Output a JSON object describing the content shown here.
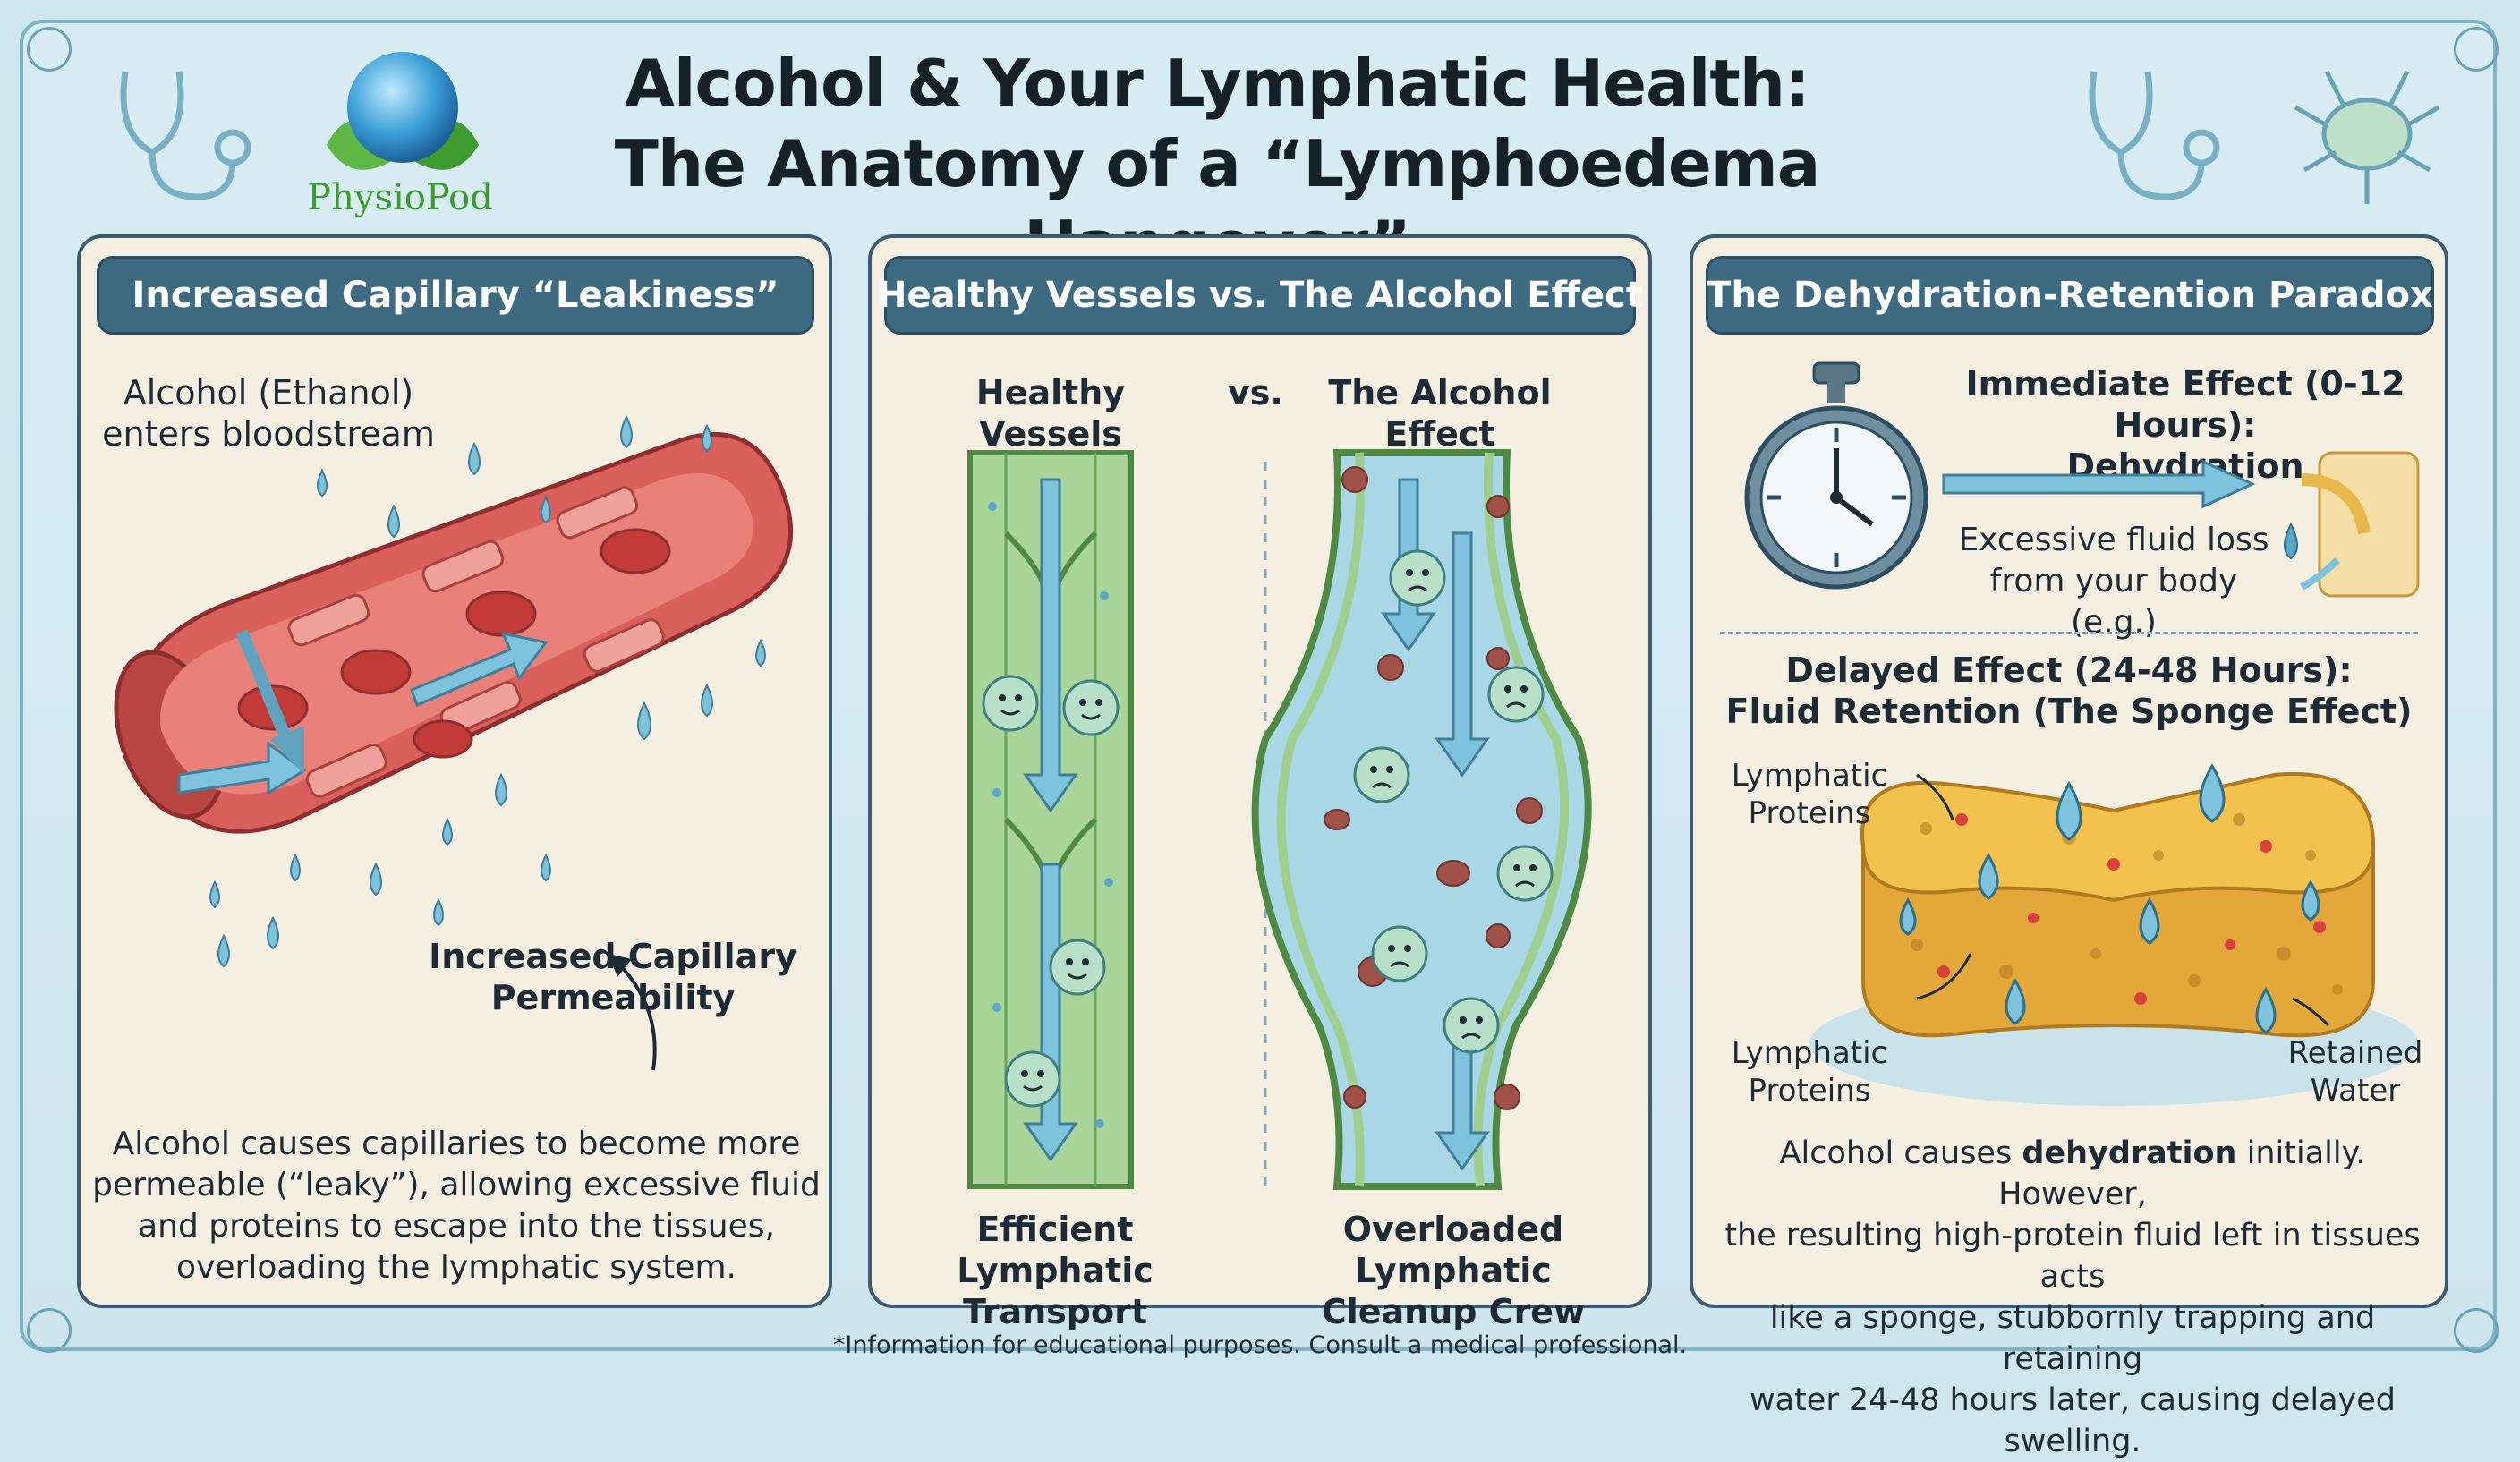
{
  "header": {
    "brand": "PhysioPod",
    "title_line1": "Alcohol & Your Lymphatic Health:",
    "title_line2": "The Anatomy of a “Lymphoedema Hangover”"
  },
  "panel1": {
    "heading": "Increased Capillary “Leakiness”",
    "label_alcohol_1": "Alcohol (Ethanol)",
    "label_alcohol_2": "enters bloodstream",
    "label_perm_1": "Increased Capillary",
    "label_perm_2": "Permeability",
    "desc_1": "Alcohol causes capillaries to become more",
    "desc_2": "permeable (“leaky”), allowing excessive fluid",
    "desc_3": "and proteins to escape into the tissues,",
    "desc_4": "overloading the lymphatic system."
  },
  "panel2": {
    "heading": "Healthy Vessels vs. The Alcohol Effect",
    "sub_healthy": "Healthy Vessels",
    "sub_vs": "vs.",
    "sub_alcohol": "The Alcohol Effect",
    "cap_left_1": "Efficient Lymphatic",
    "cap_left_2": "Transport",
    "cap_right_1": "Overloaded Lymphatic",
    "cap_right_2": "Cleanup Crew"
  },
  "panel3": {
    "heading": "The Dehydration-Retention Paradox",
    "immediate_1": "Immediate Effect (0-12 Hours):",
    "immediate_2": "Dehydration",
    "fluid_loss_1": "Excessive fluid loss",
    "fluid_loss_2": "from your body (e.g.)",
    "delayed_1": "Delayed Effect (24-48 Hours):",
    "delayed_2": "Fluid Retention (The Sponge Effect)",
    "lbl_proteins_top_1": "Lymphatic",
    "lbl_proteins_top_2": "Proteins",
    "lbl_proteins_bot_1": "Lymphatic",
    "lbl_proteins_bot_2": "Proteins",
    "lbl_water_1": "Retained",
    "lbl_water_2": "Water",
    "desc_1a": "Alcohol causes ",
    "desc_1b": "dehydration",
    "desc_1c": " initially. However,",
    "desc_2": "the resulting high-protein fluid left in tissues acts",
    "desc_3": "like a sponge, stubbornly trapping and retaining",
    "desc_4": "water 24-48 hours later, causing delayed swelling."
  },
  "footer": {
    "disclaimer": "*Information for educational purposes. Consult a medical professional."
  },
  "colors": {
    "panel_head": "#3e6b82",
    "vessel_red": "#d9605c",
    "lymph_green": "#9fcf8f",
    "fluid_blue": "#7fc2dc",
    "sponge_yellow": "#f2c14e"
  }
}
